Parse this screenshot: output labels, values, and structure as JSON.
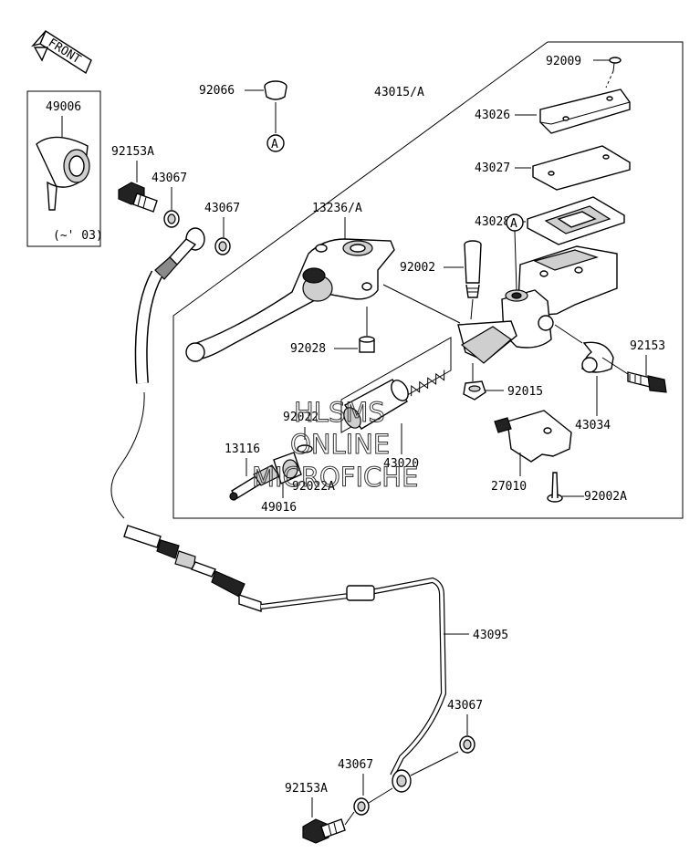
{
  "front_label": "FRONT",
  "inset_box": {
    "part": "49006",
    "note": "(~' 03)"
  },
  "callout_marker": "A",
  "watermark": [
    "HLSMS",
    "ONLINE",
    "MICROFICHE"
  ],
  "part_labels": {
    "p92009": "92009",
    "p92066": "92066",
    "p43015a": "43015/A",
    "p43026": "43026",
    "p43027": "43027",
    "p43028": "43028",
    "p13236a": "13236/A",
    "p92153a_top": "92153A",
    "p43067_a": "43067",
    "p43067_b": "43067",
    "p92002": "92002",
    "p92028": "92028",
    "p92153": "92153",
    "p92015": "92015",
    "p43034": "43034",
    "p92022": "92022",
    "p13116": "13116",
    "p92022a": "92022A",
    "p49016": "49016",
    "p43020": "43020",
    "p27010": "27010",
    "p92002a": "92002A",
    "p43095": "43095",
    "p43067_c": "43067",
    "p43067_d": "43067",
    "p92153a_bottom": "92153A"
  }
}
